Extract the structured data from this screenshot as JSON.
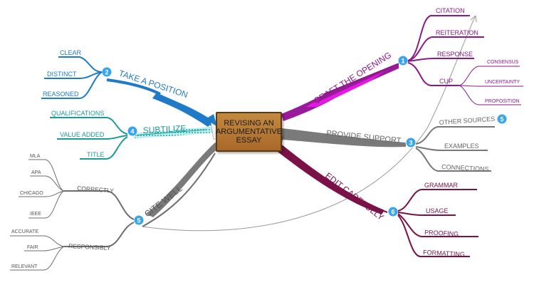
{
  "central_topic": "REVISING AN\nARGUMENTATIVE\nESSAY",
  "branches": [
    {
      "id": "take-position",
      "number": "2",
      "label": "TAKE A POSITION",
      "color": "#1f7bc8",
      "children": [
        "CLEAR",
        "DISTINCT",
        "REASONED"
      ]
    },
    {
      "id": "subtilize",
      "number": "4",
      "label": "SUBTILIZE",
      "color": "#1c9a96",
      "children": [
        "QUALIFICATIONS",
        "VALUE ADDED",
        "TITLE"
      ]
    },
    {
      "id": "cite-well",
      "number": "5",
      "label": "CITE WELL",
      "color": "#6e6e6e",
      "children": [
        {
          "label": "CORRECTLY",
          "children": [
            "MLA",
            "APA",
            "CHICAGO",
            "IEEE"
          ]
        },
        {
          "label": "RESPONSIBLY",
          "children": [
            "ACCURATE",
            "FAIR",
            "RELEVANT"
          ]
        }
      ]
    },
    {
      "id": "craft-opening",
      "number": "1",
      "label": "CRAFT THE OPENING",
      "color": "#8a1a8a",
      "children": [
        {
          "label": "CITATION"
        },
        {
          "label": "REITERATION"
        },
        {
          "label": "RESPONSE"
        },
        {
          "label": "CUP",
          "children": [
            "CONSENSUS",
            "UNCERTAINTY",
            "PROPOSITION"
          ]
        }
      ]
    },
    {
      "id": "provide-support",
      "number": "3",
      "label": "PROVIDE SUPPORT",
      "color": "#777777",
      "children": [
        {
          "label": "OTHER SOURCES",
          "number": "5"
        },
        {
          "label": "EXAMPLES"
        },
        {
          "label": "CONNECTIONS"
        }
      ]
    },
    {
      "id": "edit-carefully",
      "number": "6",
      "label": "EDIT CAREFULLY",
      "color": "#7a1248",
      "children": [
        "GRAMMAR",
        "USAGE",
        "PROOFING",
        "FORMATTING"
      ]
    }
  ],
  "colors": {
    "number_badge": "#3aa5e8",
    "central_fill": "#b7783a",
    "relationship_line": "#9a9a9a"
  }
}
